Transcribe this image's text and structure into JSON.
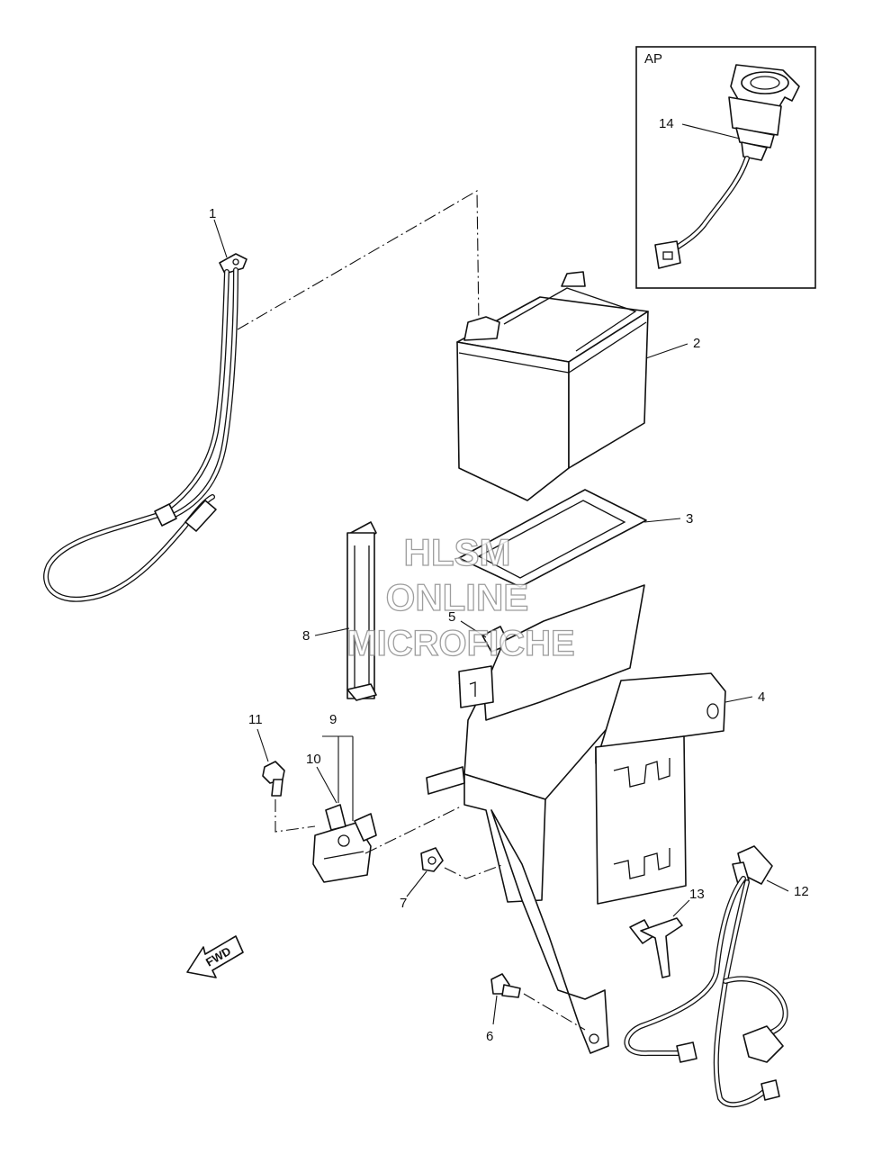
{
  "inset": {
    "label": "AP"
  },
  "callouts": {
    "c1": "1",
    "c2": "2",
    "c3": "3",
    "c4": "4",
    "c5": "5",
    "c6": "6",
    "c7": "7",
    "c8": "8",
    "c9": "9",
    "c10": "10",
    "c11": "11",
    "c12": "12",
    "c13": "13",
    "c14": "14"
  },
  "watermark": {
    "line1": "HLSM",
    "line2": "ONLINE",
    "line3": "MICROFICHE"
  },
  "direction": {
    "label": "FWD"
  }
}
